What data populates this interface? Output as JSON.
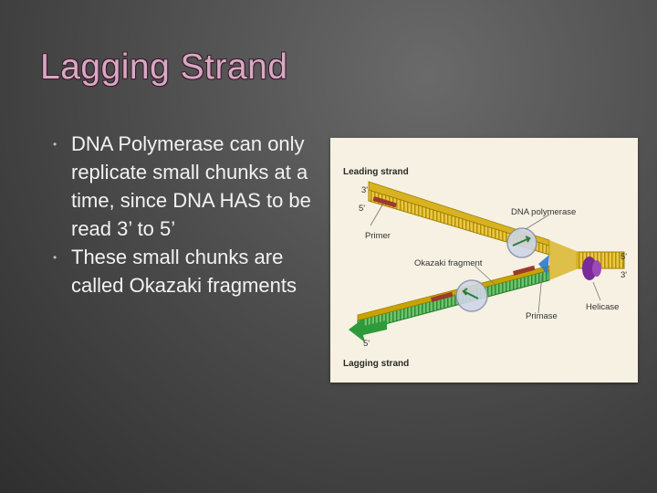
{
  "slide": {
    "title": "Lagging Strand",
    "bullets": [
      "DNA Polymerase can only replicate small chunks at a time, since DNA HAS to be read 3’ to 5’",
      "These small chunks are called Okazaki fragments"
    ]
  },
  "figure": {
    "leading_strand": "Leading strand",
    "lagging_strand": "Lagging strand",
    "dna_polymerase": "DNA polymerase",
    "primer": "Primer",
    "okazaki_fragment": "Okazaki fragment",
    "primase": "Primase",
    "helicase": "Helicase",
    "end_3_top": "3'",
    "end_5_top": "5'",
    "end_5_right": "5'",
    "end_3_right": "3'",
    "end_5_bottom": "5'"
  },
  "colors": {
    "title": "#d9a8c4",
    "leading": "#c9a400",
    "lagging": "#2f9a3a",
    "primer": "#9b3a2a",
    "helicase": "#7a2a9a",
    "primase": "#2a7ad0"
  }
}
